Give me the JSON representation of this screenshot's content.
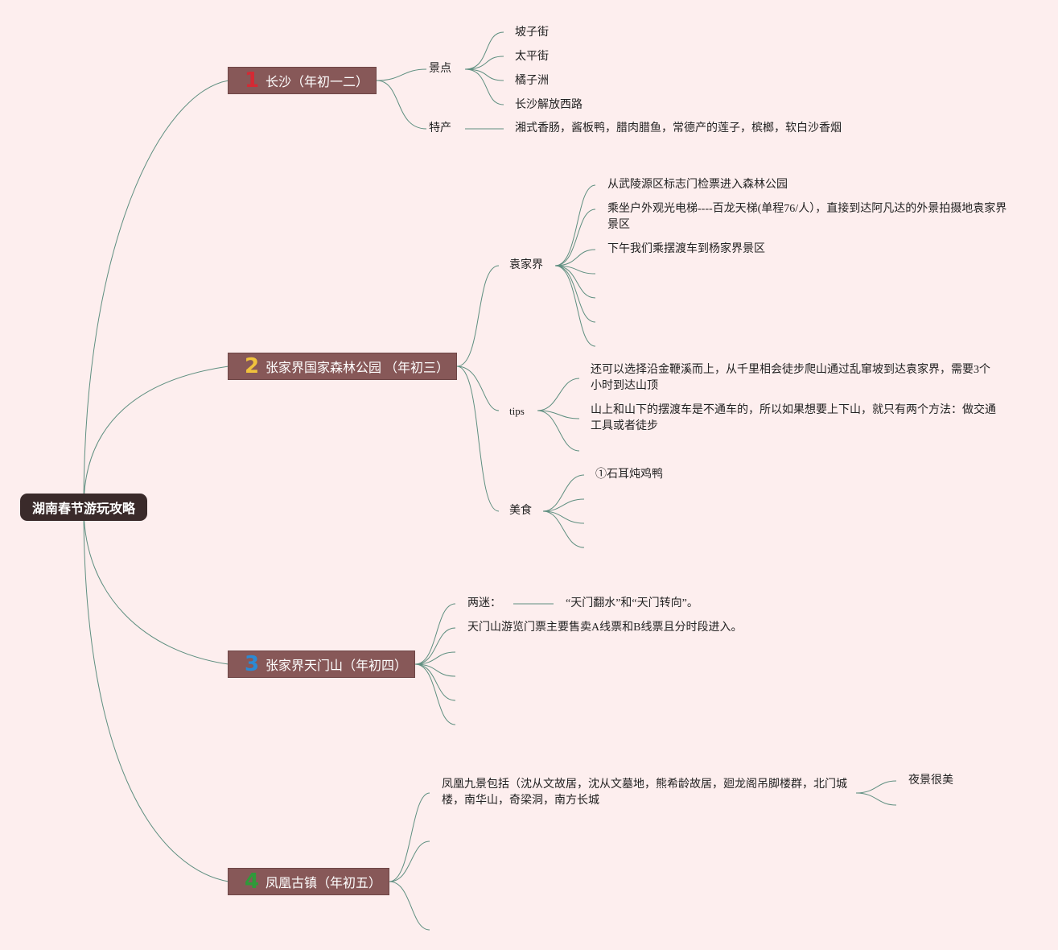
{
  "root": {
    "label": "湖南春节游玩攻略"
  },
  "b1": {
    "num": "1",
    "label": "长沙（年初一二）",
    "sights": {
      "label": "景点",
      "items": [
        "坡子街",
        "太平街",
        "橘子洲",
        "长沙解放西路"
      ]
    },
    "specialty": {
      "label": "特产",
      "text": "湘式香肠，酱板鸭，腊肉腊鱼，常德产的莲子，槟榔，软白沙香烟"
    }
  },
  "b2": {
    "num": "2",
    "label": "张家界国家森林公园 （年初三）",
    "yuanjiajie": {
      "label": "袁家界",
      "items": [
        "从武陵源区标志门检票进入森林公园",
        "乘坐户外观光电梯----百龙天梯(单程76/人），直接到达阿凡达的外景拍摄地袁家界景区",
        "下午我们乘摆渡车到杨家界景区"
      ]
    },
    "tips": {
      "label": "tips",
      "items": [
        "还可以选择沿金鞭溪而上，从千里相会徒步爬山通过乱窜坡到达袁家界，需要3个小时到达山顶",
        "山上和山下的摆渡车是不通车的，所以如果想要上下山，就只有两个方法：做交通工具或者徒步"
      ]
    },
    "food": {
      "label": "美食",
      "items": [
        "①石耳炖鸡鸭"
      ]
    }
  },
  "b3": {
    "num": "3",
    "label": "张家界天门山（年初四）",
    "mystery": {
      "label": "两迷：",
      "text": "“天门翻水”和“天门转向”。"
    },
    "ticket": "天门山游览门票主要售卖A线票和B线票且分时段进入。"
  },
  "b4": {
    "num": "4",
    "label": "凤凰古镇（年初五）",
    "nine": "凤凰九景包括（沈从文故居，沈从文墓地，熊希龄故居，廻龙阁吊脚楼群，北门城楼，南华山，奇梁洞，南方长城",
    "night": "夜景很美"
  },
  "colors": {
    "background": "#fdeeee",
    "branch": "#875858",
    "root": "#3a2a2a",
    "line": "#5a8a78",
    "num1": "#d42a34",
    "num2": "#f0c23c",
    "num3": "#2a8ad4",
    "num4": "#2f9a3a"
  }
}
